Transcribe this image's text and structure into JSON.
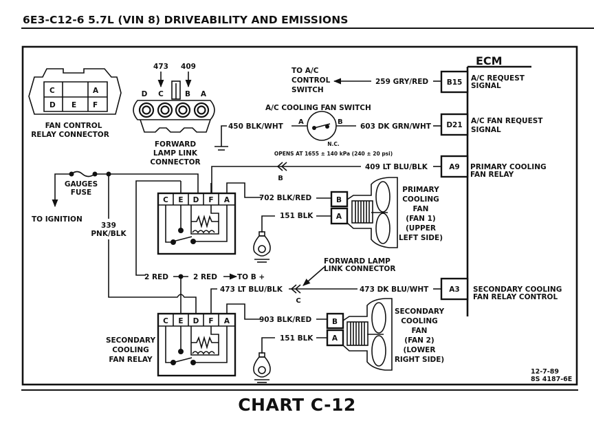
{
  "header": {
    "title": "6E3-C12-6  5.7L  (VIN 8)  DRIVEABILITY AND EMISSIONS"
  },
  "footer": {
    "chart_title": "CHART C-12",
    "date": "12-7-89",
    "drawing_number": "8S 4187-6E"
  },
  "ecm": {
    "title": "ECM",
    "pins": [
      {
        "pin": "B15",
        "label_line1": "A/C REQUEST",
        "label_line2": "SIGNAL"
      },
      {
        "pin": "D21",
        "label_line1": "A/C FAN REQUEST",
        "label_line2": "SIGNAL"
      },
      {
        "pin": "A9",
        "label_line1": "PRIMARY COOLING",
        "label_line2": "FAN RELAY"
      },
      {
        "pin": "A3",
        "label_line1": "SECONDARY COOLING",
        "label_line2": "FAN RELAY CONTROL"
      }
    ]
  },
  "fan_control_relay_connector": {
    "label_line1": "FAN CONTROL",
    "label_line2": "RELAY CONNECTOR",
    "cavities_top": [
      "C",
      "",
      "A"
    ],
    "cavities_bottom": [
      "D",
      "E",
      "F"
    ]
  },
  "forward_lamp_link_connector": {
    "label_line1": "FORWARD",
    "label_line2": "LAMP LINK",
    "label_line3": "CONNECTOR",
    "circuit_c": "473",
    "circuit_b": "409",
    "pins": [
      "D",
      "C",
      "B",
      "A"
    ]
  },
  "ac_control": {
    "to_label_line1": "TO A/C",
    "to_label_line2": "CONTROL",
    "to_label_line3": "SWITCH",
    "wire": "259 GRY/RED"
  },
  "ac_cooling_fan_switch": {
    "title": "A/C COOLING FAN SWITCH",
    "terminal_a": "A",
    "terminal_b": "B",
    "wire_ground": "450 BLK/WHT",
    "wire_ecm": "603 DK GRN/WHT",
    "state": "N.C.",
    "spec": "OPENS AT 1655 ± 140 kPa (240 ± 20 psi)"
  },
  "wires": {
    "primary_control": "409 LT BLU/BLK",
    "primary_link_pin": "B",
    "primary_fan_feed": "702 BLK/RED",
    "ground_1": "151 BLK",
    "feed_1": "2 RED",
    "feed_2": "2 RED",
    "to_battery": "TO B +",
    "secondary_control_relay": "473 LT BLU/BLK",
    "secondary_control_ecm": "473 DK BLU/WHT",
    "secondary_link_pin": "C",
    "secondary_fan_feed": "903 BLK/RED",
    "ground_2": "151 BLK",
    "ignition_feed_number": "339",
    "ignition_feed_color": "PNK/BLK"
  },
  "gauges_fuse": {
    "label_line1": "GAUGES",
    "label_line2": "FUSE",
    "to_ignition": "TO IGNITION"
  },
  "forward_lamp_link_callout": {
    "line1": "FORWARD LAMP",
    "line2": "LINK CONNECTOR"
  },
  "primary_relay": {
    "pins": [
      "C",
      "E",
      "D",
      "F",
      "A"
    ]
  },
  "secondary_relay": {
    "pins": [
      "C",
      "E",
      "D",
      "F",
      "A"
    ],
    "label_line1": "SECONDARY",
    "label_line2": "COOLING",
    "label_line3": "FAN RELAY"
  },
  "primary_fan": {
    "pin_b": "B",
    "pin_a": "A",
    "label": [
      "PRIMARY",
      "COOLING",
      "FAN",
      "(FAN 1)",
      "(UPPER",
      "LEFT SIDE)"
    ]
  },
  "secondary_fan": {
    "pin_b": "B",
    "pin_a": "A",
    "label": [
      "SECONDARY",
      "COOLING",
      "FAN",
      "(FAN 2)",
      "(LOWER",
      "RIGHT SIDE)"
    ]
  }
}
